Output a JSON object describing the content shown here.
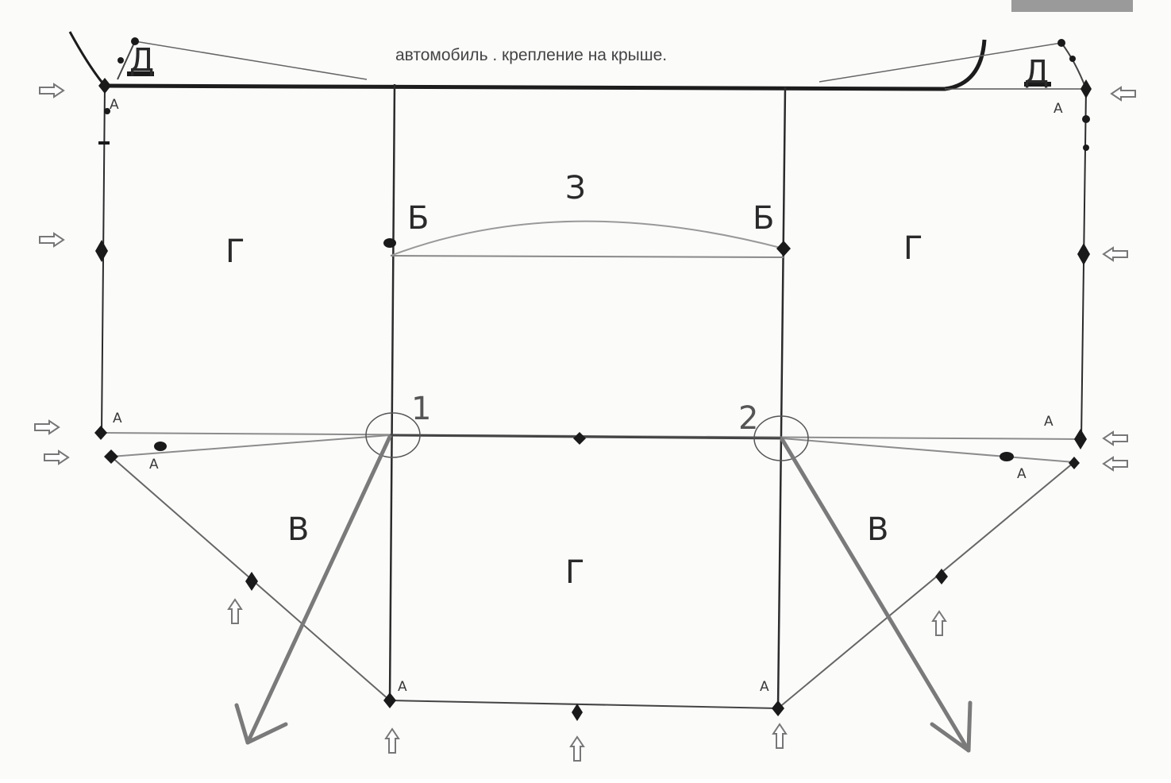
{
  "caption": "автомобиль . крепление на крыше.",
  "labels": {
    "d_left": "Д",
    "d_right": "Д",
    "b_left": "Б",
    "b_right": "Б",
    "z": "З",
    "g_left": "Г",
    "g_right": "Г",
    "g_bottom": "Г",
    "v_left": "В",
    "v_right": "В",
    "joint1": "1",
    "joint2": "2",
    "a": "А"
  },
  "colors": {
    "roof_bar": "#1c1c1c",
    "frame_line": "#2b2b2b",
    "light_line": "#8c8c8c",
    "vector": "#7a7a7a",
    "node": "#1a1a1a",
    "arrow": "#777777",
    "corner_box": "#9a9a9a"
  },
  "icons": [
    "hollow-arrow-icon",
    "node-diamond-icon"
  ]
}
